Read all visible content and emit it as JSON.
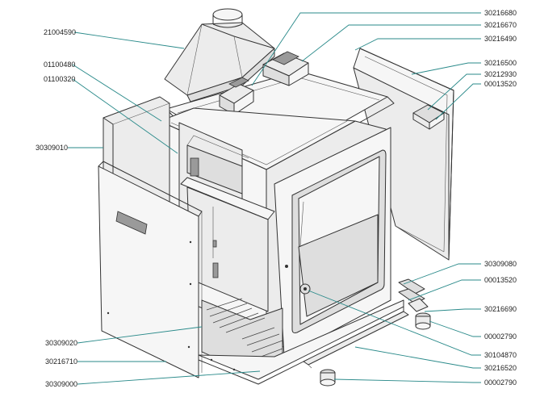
{
  "diagram": {
    "part_numbers": [
      "21004590",
      "01100480",
      "01100320",
      "30309010",
      "30309020",
      "30216710",
      "30309000",
      "30216680",
      "30216670",
      "30216490",
      "30216500",
      "30212930",
      "00013520",
      "30309080",
      "00013520",
      "30216690",
      "00002790",
      "30104870",
      "30216520",
      "00002790"
    ]
  }
}
